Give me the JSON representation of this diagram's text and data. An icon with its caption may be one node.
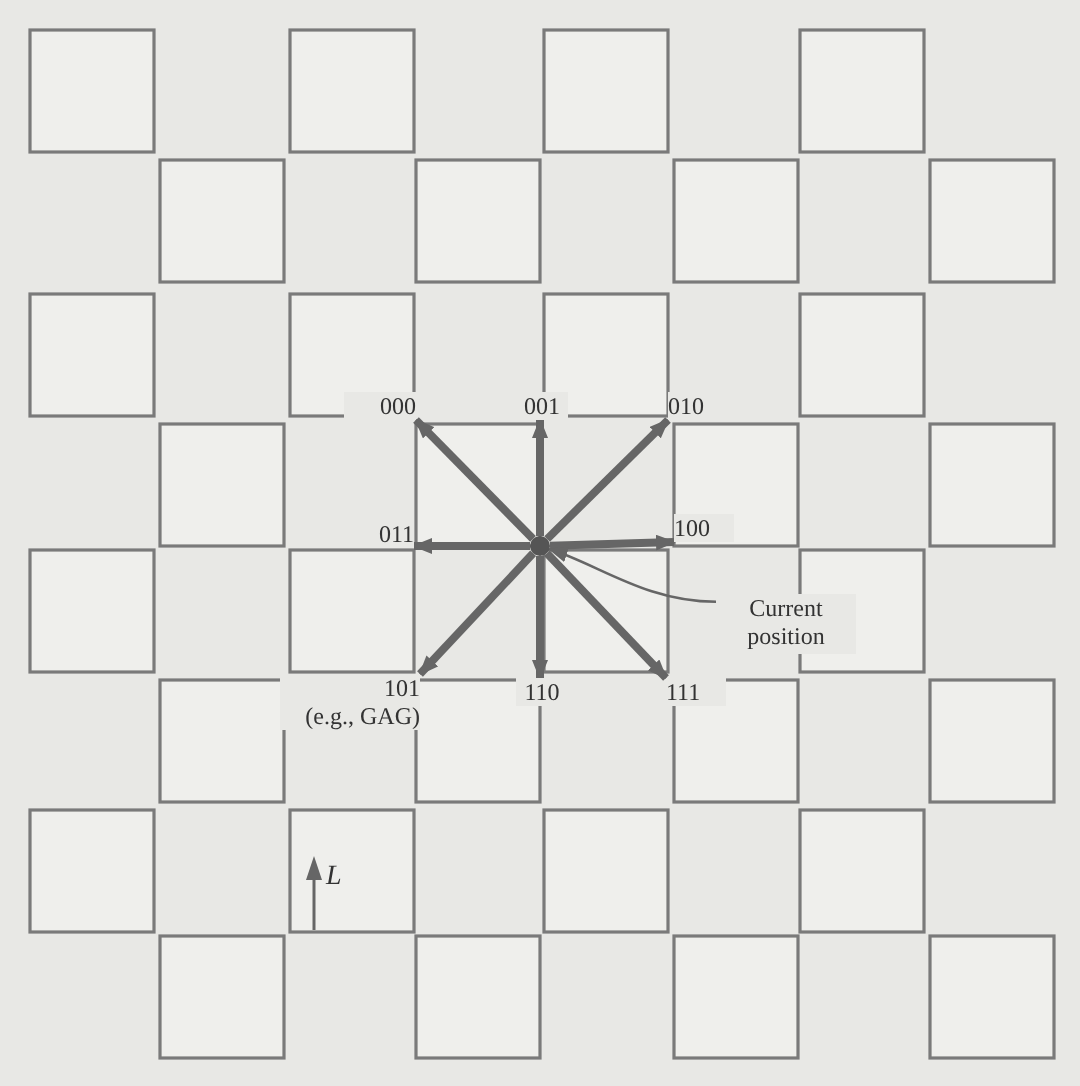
{
  "diagram": {
    "nodes": [
      {
        "text": [],
        "shape": "circle"
      },
      {
        "text": [
          "000"
        ]
      },
      {
        "text": [
          "001"
        ]
      },
      {
        "text": [
          "010"
        ]
      },
      {
        "text": [
          "011"
        ]
      },
      {
        "text": [
          "100"
        ]
      },
      {
        "text": [
          "101",
          "(e.g., GAG)"
        ]
      },
      {
        "text": [
          "110"
        ]
      },
      {
        "text": [
          "111"
        ]
      },
      {
        "text": [
          "Current position"
        ]
      }
    ],
    "edges": [
      {
        "from": 0,
        "to": 1,
        "arrow": "to"
      },
      {
        "from": 0,
        "to": 2,
        "arrow": "to"
      },
      {
        "from": 0,
        "to": 3,
        "arrow": "to"
      },
      {
        "from": 0,
        "to": 4,
        "arrow": "to"
      },
      {
        "from": 0,
        "to": 5,
        "arrow": "to"
      },
      {
        "from": 0,
        "to": 6,
        "arrow": "to"
      },
      {
        "from": 0,
        "to": 7,
        "arrow": "to"
      },
      {
        "from": 0,
        "to": 8,
        "arrow": "to"
      },
      {
        "from": 9,
        "to": 0,
        "arrow": "to"
      }
    ],
    "labels": [
      "L"
    ]
  }
}
